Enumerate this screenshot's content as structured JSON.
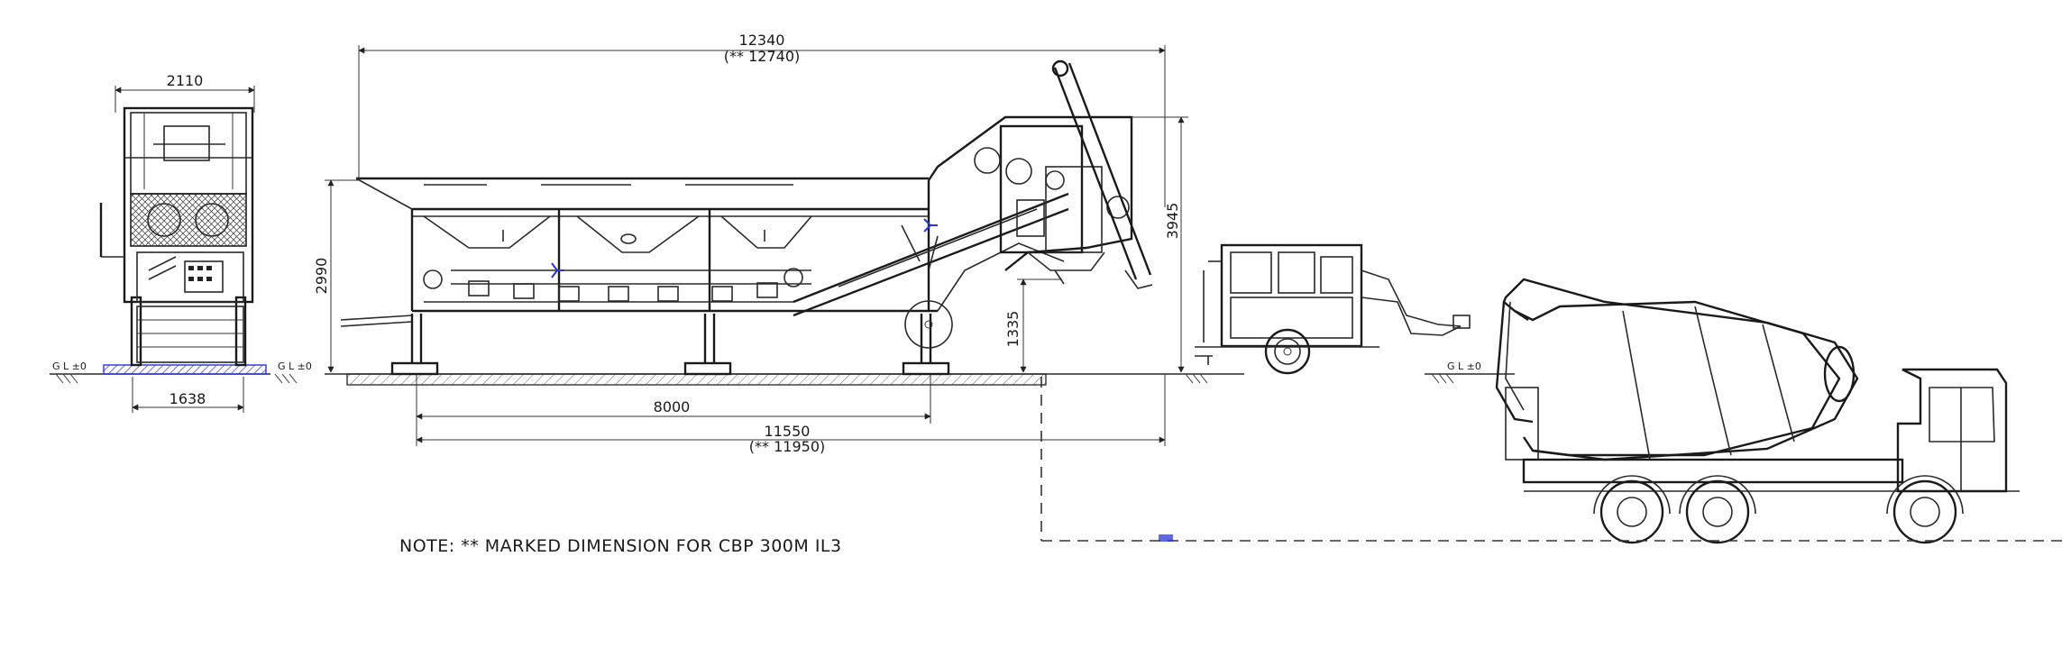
{
  "accent_blue": "#2a34d8",
  "line_color": "#1a1a1a",
  "dimensions": {
    "front_width_top": "2110",
    "front_width_base": "1638",
    "overall_length": "12340",
    "overall_length_alt": "(** 12740)",
    "height_hopper": "2990",
    "height_overall": "3945",
    "discharge_height": "1335",
    "support_span": "8000",
    "base_length": "11550",
    "base_length_alt": "(** 11950)"
  },
  "ground_labels": {
    "front_left": "G L ±0",
    "front_right": "G L ±0",
    "truck": "G L ±0"
  },
  "note": "NOTE: ** MARKED DIMENSION FOR CBP 300M IL3"
}
